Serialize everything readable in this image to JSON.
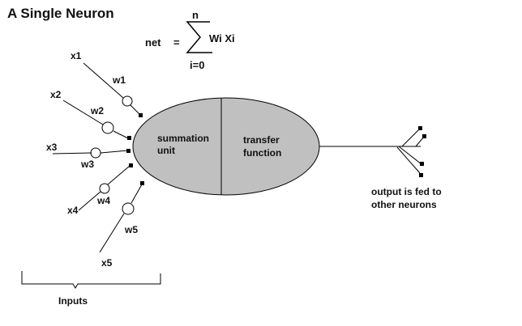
{
  "title": "A Single Neuron",
  "formula": {
    "lhs": "net",
    "equals": "=",
    "upper_limit": "n",
    "lower_limit": "i=0",
    "term": "Wi Xi",
    "operator_icon": "sigma-summation-icon"
  },
  "inputs": [
    {
      "x_label": "x1",
      "w_label": "w1"
    },
    {
      "x_label": "x2",
      "w_label": "w2"
    },
    {
      "x_label": "x3",
      "w_label": "w3"
    },
    {
      "x_label": "x4",
      "w_label": "w4"
    },
    {
      "x_label": "x5",
      "w_label": "w5"
    }
  ],
  "neuron": {
    "left_label_line1": "summation",
    "left_label_line2": "unit",
    "right_label_line1": "transfer",
    "right_label_line2": "function",
    "fill_color": "#c0c0c0"
  },
  "output": {
    "label_line1": "output is fed to",
    "label_line2": "other neurons",
    "branch_count": 4
  },
  "inputs_brace_label": "Inputs"
}
